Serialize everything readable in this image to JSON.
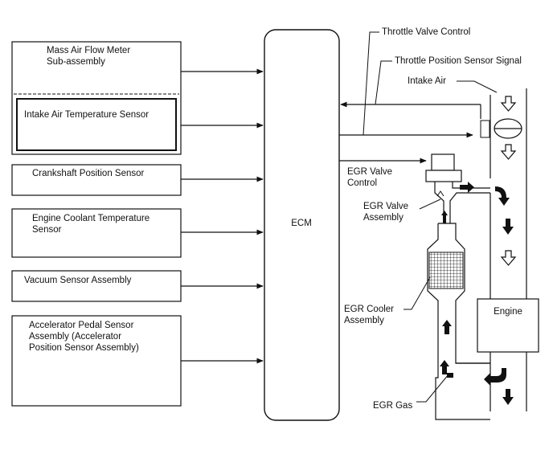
{
  "sensors": {
    "maf_line1": "Mass Air Flow Meter",
    "maf_line2": "Sub-assembly",
    "iat": "Intake Air Temperature Sensor",
    "crank": "Crankshaft Position Sensor",
    "ect_line1": "Engine Coolant Temperature",
    "ect_line2": "Sensor",
    "vacuum": "Vacuum Sensor Assembly",
    "app_line1": "Accelerator Pedal Sensor",
    "app_line2": "Assembly (Accelerator",
    "app_line3": "Position Sensor Assembly)"
  },
  "ecm": "ECM",
  "labels": {
    "throttle_valve_control": "Throttle Valve Control",
    "throttle_position_signal": "Throttle Position Sensor Signal",
    "intake_air": "Intake Air",
    "egr_valve_control_line1": "EGR Valve",
    "egr_valve_control_line2": "Control",
    "egr_valve_assembly_line1": "EGR Valve",
    "egr_valve_assembly_line2": "Assembly",
    "egr_cooler_line1": "EGR Cooler",
    "egr_cooler_line2": "Assembly",
    "engine": "Engine",
    "egr_gas": "EGR Gas"
  }
}
